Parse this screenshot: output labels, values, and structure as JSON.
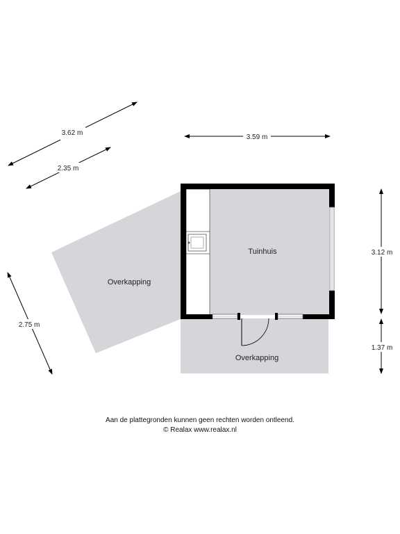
{
  "rooms": {
    "tuinhuis": "Tuinhuis",
    "overkapping_left": "Overkapping",
    "overkapping_bottom": "Overkapping"
  },
  "dimensions": {
    "top_outer_diag": "3.62 m",
    "top_inner_diag": "2.35 m",
    "top_width": "3.59 m",
    "right_height": "3.12 m",
    "right_lower": "1.37 m",
    "left_diag": "2.75 m"
  },
  "footer": {
    "disclaimer": "Aan de plattegronden kunnen geen rechten worden ontleend.",
    "copyright": "© Realax www.realax.nl"
  },
  "colors": {
    "floor_fill": "#d5d6da",
    "wall": "#000000"
  }
}
